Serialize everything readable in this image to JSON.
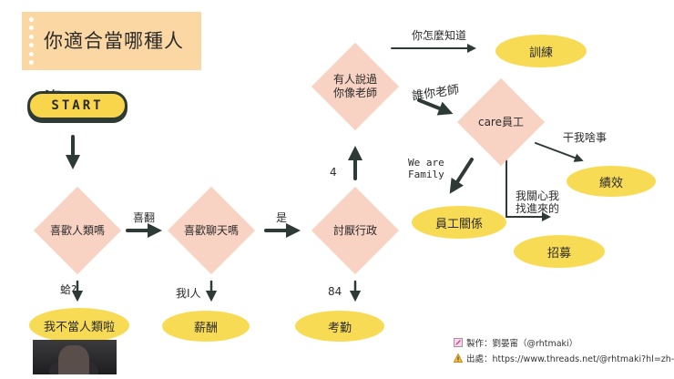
{
  "title": "你適合當哪種人資",
  "start": "START",
  "nodes": {
    "like_humans": "喜歡人類嗎",
    "like_chat": "喜歡聊天嗎",
    "hate_admin": "討厭行政",
    "teacher": "有人說過\n你像老師",
    "care": "care員工"
  },
  "outcomes": {
    "not_human": "我不當人類啦",
    "salary": "薪酬",
    "attendance": "考勤",
    "training": "訓練",
    "relations": "員工關係",
    "performance": "績效",
    "recruiting": "招募"
  },
  "edge_labels": {
    "yes_flip": "喜翻",
    "yes": "是",
    "huh": "蛤?",
    "me_i_people": "我I人",
    "four": "4",
    "eighty_four": "84",
    "how_know": "你怎麼知道",
    "who_teacher": "誰你老師",
    "we_are_family": "We are\nFamily",
    "what_do": "干我啥事",
    "care_me": "我關心我\n找進來的"
  },
  "credits": {
    "maker": "製作：劉晏甯（@rhtmaki）",
    "source": "出處：https://www.threads.net/@rhtmaki?hl=zh-tw"
  },
  "colors": {
    "title_bg": "#fbd7a3",
    "diamond": "#f8d2c3",
    "outcome": "#f8db55",
    "arrow": "#2e3a35"
  }
}
